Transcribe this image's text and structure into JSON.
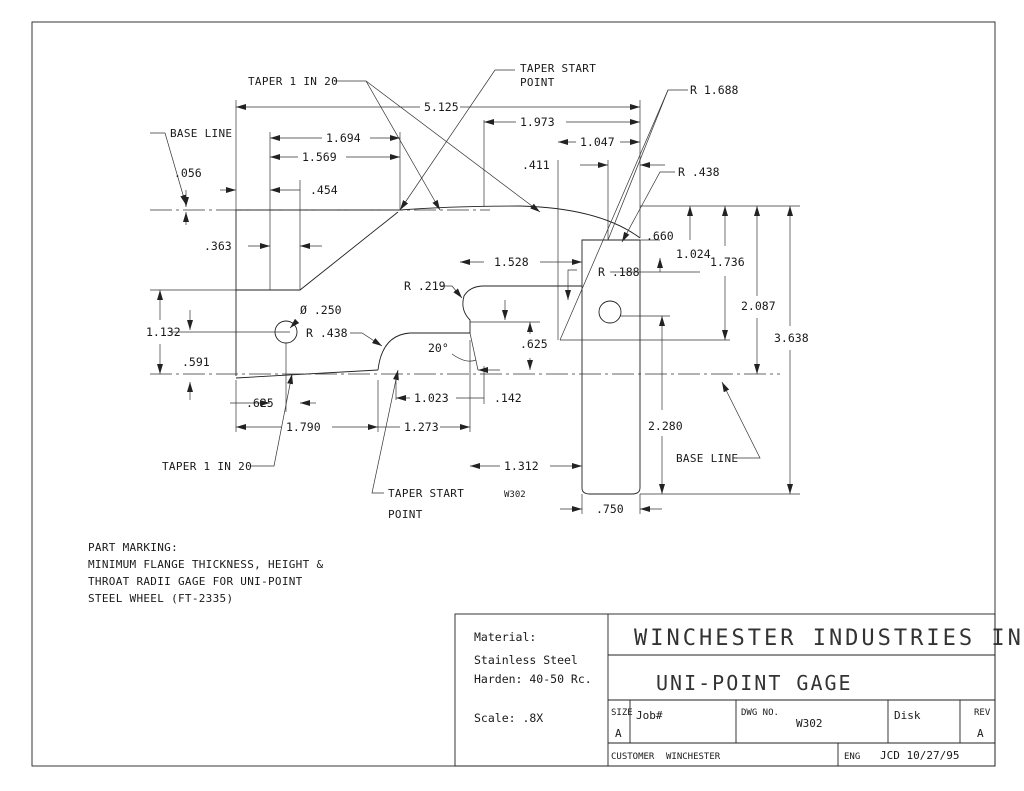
{
  "drawing": {
    "dimensions": {
      "d_5125": "5.125",
      "d_1973": "1.973",
      "d_1694": "1.694",
      "d_1569": "1.569",
      "d_1047": "1.047",
      "d_411": ".411",
      "d_056": ".056",
      "d_454": ".454",
      "d_363": ".363",
      "d_660": ".660",
      "d_1024": "1.024",
      "d_1736": "1.736",
      "d_2087": "2.087",
      "d_3638": "3.638",
      "d_1528": "1.528",
      "d_1132": "1.132",
      "d_591": ".591",
      "d_625a": ".625",
      "d_625b": ".625",
      "d_1790": "1.790",
      "d_1273": "1.273",
      "d_1023": "1.023",
      "d_142": ".142",
      "d_2280": "2.280",
      "d_1312": "1.312",
      "d_750": ".750"
    },
    "radii": {
      "r_1688": "R 1.688",
      "r_438_top": "R .438",
      "r_219": "R .219",
      "r_188": "R .188",
      "r_438_left": "R .438"
    },
    "diameter": "Ø .250",
    "angle": "20°",
    "callouts": {
      "taper_top": "TAPER 1 IN 20",
      "taper_bottom": "TAPER 1 IN 20",
      "taper_start_top_1": "TAPER START",
      "taper_start_top_2": "POINT",
      "taper_start_bottom_1": "TAPER START",
      "taper_start_bottom_2": "POINT",
      "base_line_top": "BASE LINE",
      "base_line_bottom": "BASE LINE",
      "part_id": "W302"
    }
  },
  "part_marking": {
    "heading": "PART MARKING:",
    "line1": "MINIMUM FLANGE THICKNESS, HEIGHT &",
    "line2": "THROAT RADII GAGE FOR UNI-POINT",
    "line3": "STEEL WHEEL (FT-2335)"
  },
  "title_block": {
    "material_label": "Material:",
    "material_1": "Stainless Steel",
    "material_2": "Harden: 40-50 Rc.",
    "scale": "Scale: .8X",
    "company": "WINCHESTER INDUSTRIES INC.",
    "part_name": "UNI-POINT GAGE",
    "size_label": "SIZE",
    "size_value": "A",
    "job_label": "Job#",
    "dwg_label": "DWG NO.",
    "dwg_value": "W302",
    "disk_label": "Disk",
    "rev_label": "REV",
    "rev_value": "A",
    "customer_label": "CUSTOMER",
    "customer_value": "WINCHESTER",
    "eng_label": "ENG",
    "eng_value": "JCD  10/27/95"
  }
}
